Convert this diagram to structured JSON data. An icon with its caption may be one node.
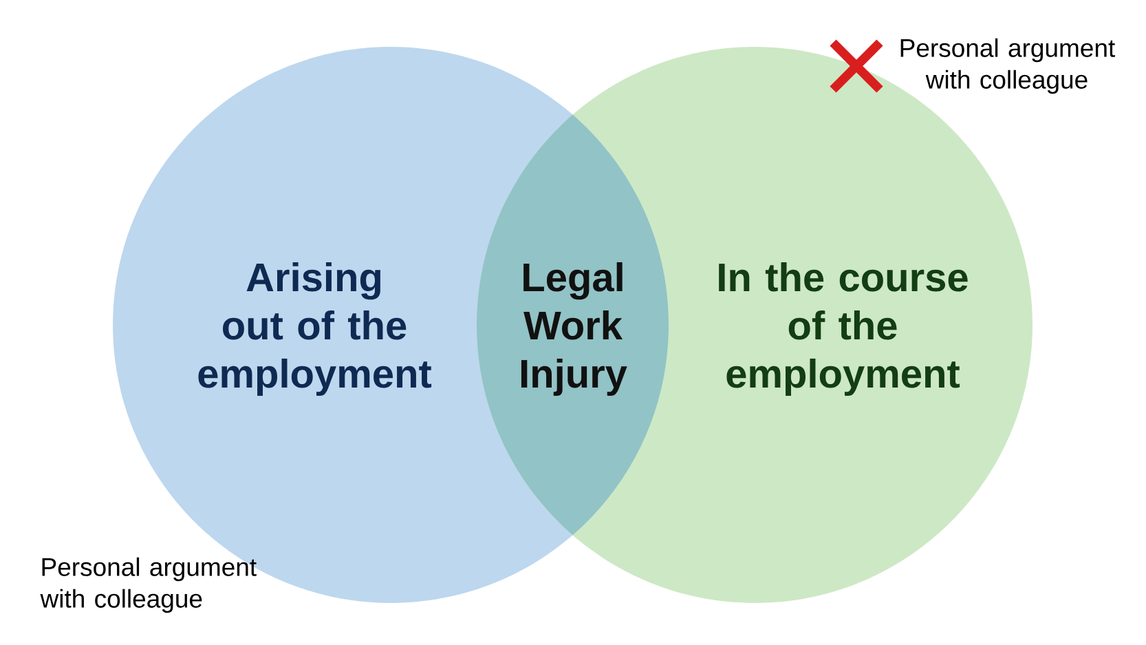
{
  "diagram": {
    "nodes": [
      {
        "text": [
          "Arising out of the employment"
        ]
      },
      {
        "text": [
          "In the course of the employment"
        ]
      },
      {
        "text": [
          "Legal Work Injury"
        ]
      }
    ],
    "labels": [
      "Personal argument with colleague",
      "Personal argument with colleague"
    ]
  }
}
